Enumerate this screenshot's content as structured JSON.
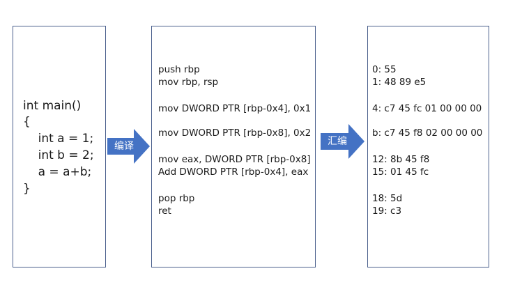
{
  "source_code": {
    "lines": [
      "int main()",
      "{",
      "    int a = 1;",
      "    int b = 2;",
      "    a = a+b;",
      "}"
    ]
  },
  "compile_arrow": {
    "label": "编译"
  },
  "assembly": {
    "lines": [
      "push rbp",
      "mov rbp, rsp",
      "mov DWORD PTR [rbp-0x4], 0x1",
      "mov DWORD PTR [rbp-0x8], 0x2",
      "mov eax, DWORD PTR [rbp-0x8]",
      "Add DWORD PTR [rbp-0x4], eax",
      "pop rbp",
      "ret"
    ]
  },
  "assemble_arrow": {
    "label": "汇编"
  },
  "machine_code": {
    "lines": [
      "0: 55",
      "1: 48 89 e5",
      "4: c7 45 fc 01 00 00 00",
      "b: c7 45 f8 02 00 00 00",
      "12: 8b 45 f8",
      "15: 01 45 fc",
      "18: 5d",
      "19: c3"
    ]
  },
  "colors": {
    "box_border": "#4a5f8c",
    "arrow_fill": "#4472c4"
  }
}
